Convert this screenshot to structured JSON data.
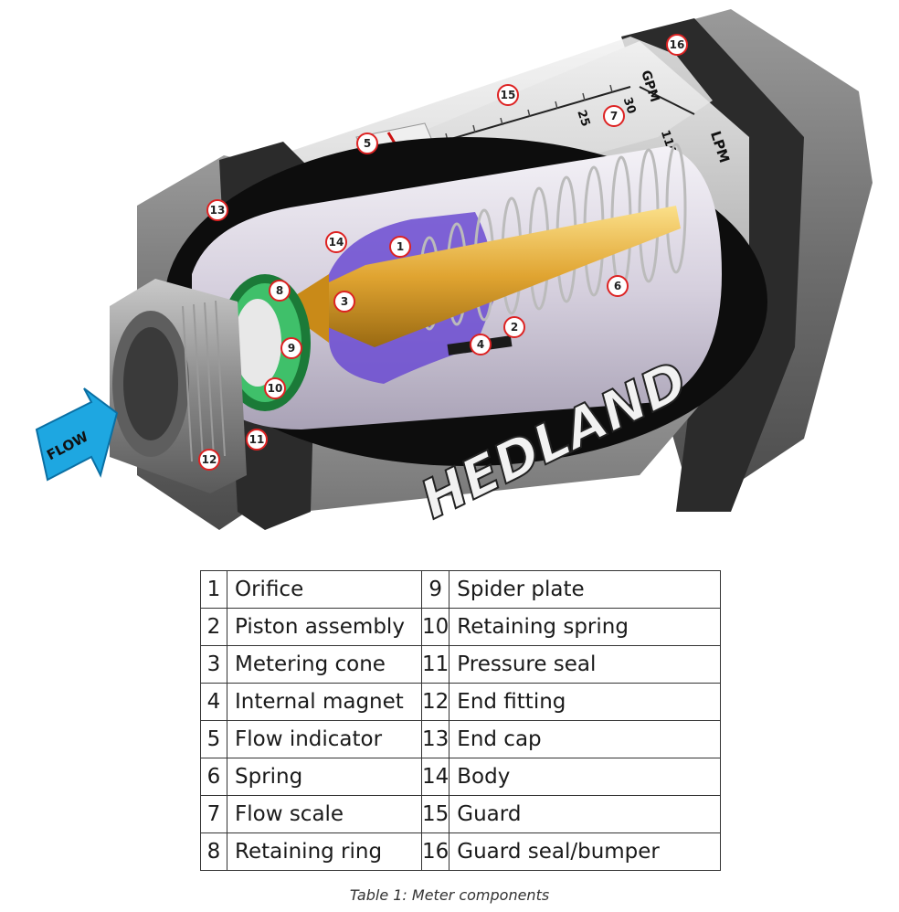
{
  "illustration": {
    "flow_label": "FLOW",
    "scale": {
      "gpm_unit": "GPM",
      "lpm_unit": "LPM",
      "gpm_30": "30",
      "gpm_25": "25",
      "lpm_110": "110"
    },
    "brand_text": "HEDLAND",
    "callouts": [
      "1",
      "2",
      "3",
      "4",
      "5",
      "6",
      "7",
      "8",
      "9",
      "10",
      "11",
      "12",
      "13",
      "14",
      "15",
      "16"
    ],
    "colors": {
      "flow_arrow": "#1ea7e1",
      "callout_ring": "#d22",
      "metering_cone": "#e0a431",
      "seal_green": "#22a64a"
    }
  },
  "table": {
    "rows": [
      {
        "left_num": "1",
        "left_name": "Orifice",
        "right_num": "9",
        "right_name": "Spider plate"
      },
      {
        "left_num": "2",
        "left_name": "Piston assembly",
        "right_num": "10",
        "right_name": "Retaining spring"
      },
      {
        "left_num": "3",
        "left_name": "Metering cone",
        "right_num": "11",
        "right_name": "Pressure seal"
      },
      {
        "left_num": "4",
        "left_name": "Internal magnet",
        "right_num": "12",
        "right_name": "End fitting"
      },
      {
        "left_num": "5",
        "left_name": "Flow indicator",
        "right_num": "13",
        "right_name": "End cap"
      },
      {
        "left_num": "6",
        "left_name": "Spring",
        "right_num": "14",
        "right_name": "Body"
      },
      {
        "left_num": "7",
        "left_name": "Flow scale",
        "right_num": "15",
        "right_name": "Guard"
      },
      {
        "left_num": "8",
        "left_name": "Retaining ring",
        "right_num": "16",
        "right_name": "Guard seal/bumper"
      }
    ]
  },
  "caption": "Table 1: Meter components"
}
